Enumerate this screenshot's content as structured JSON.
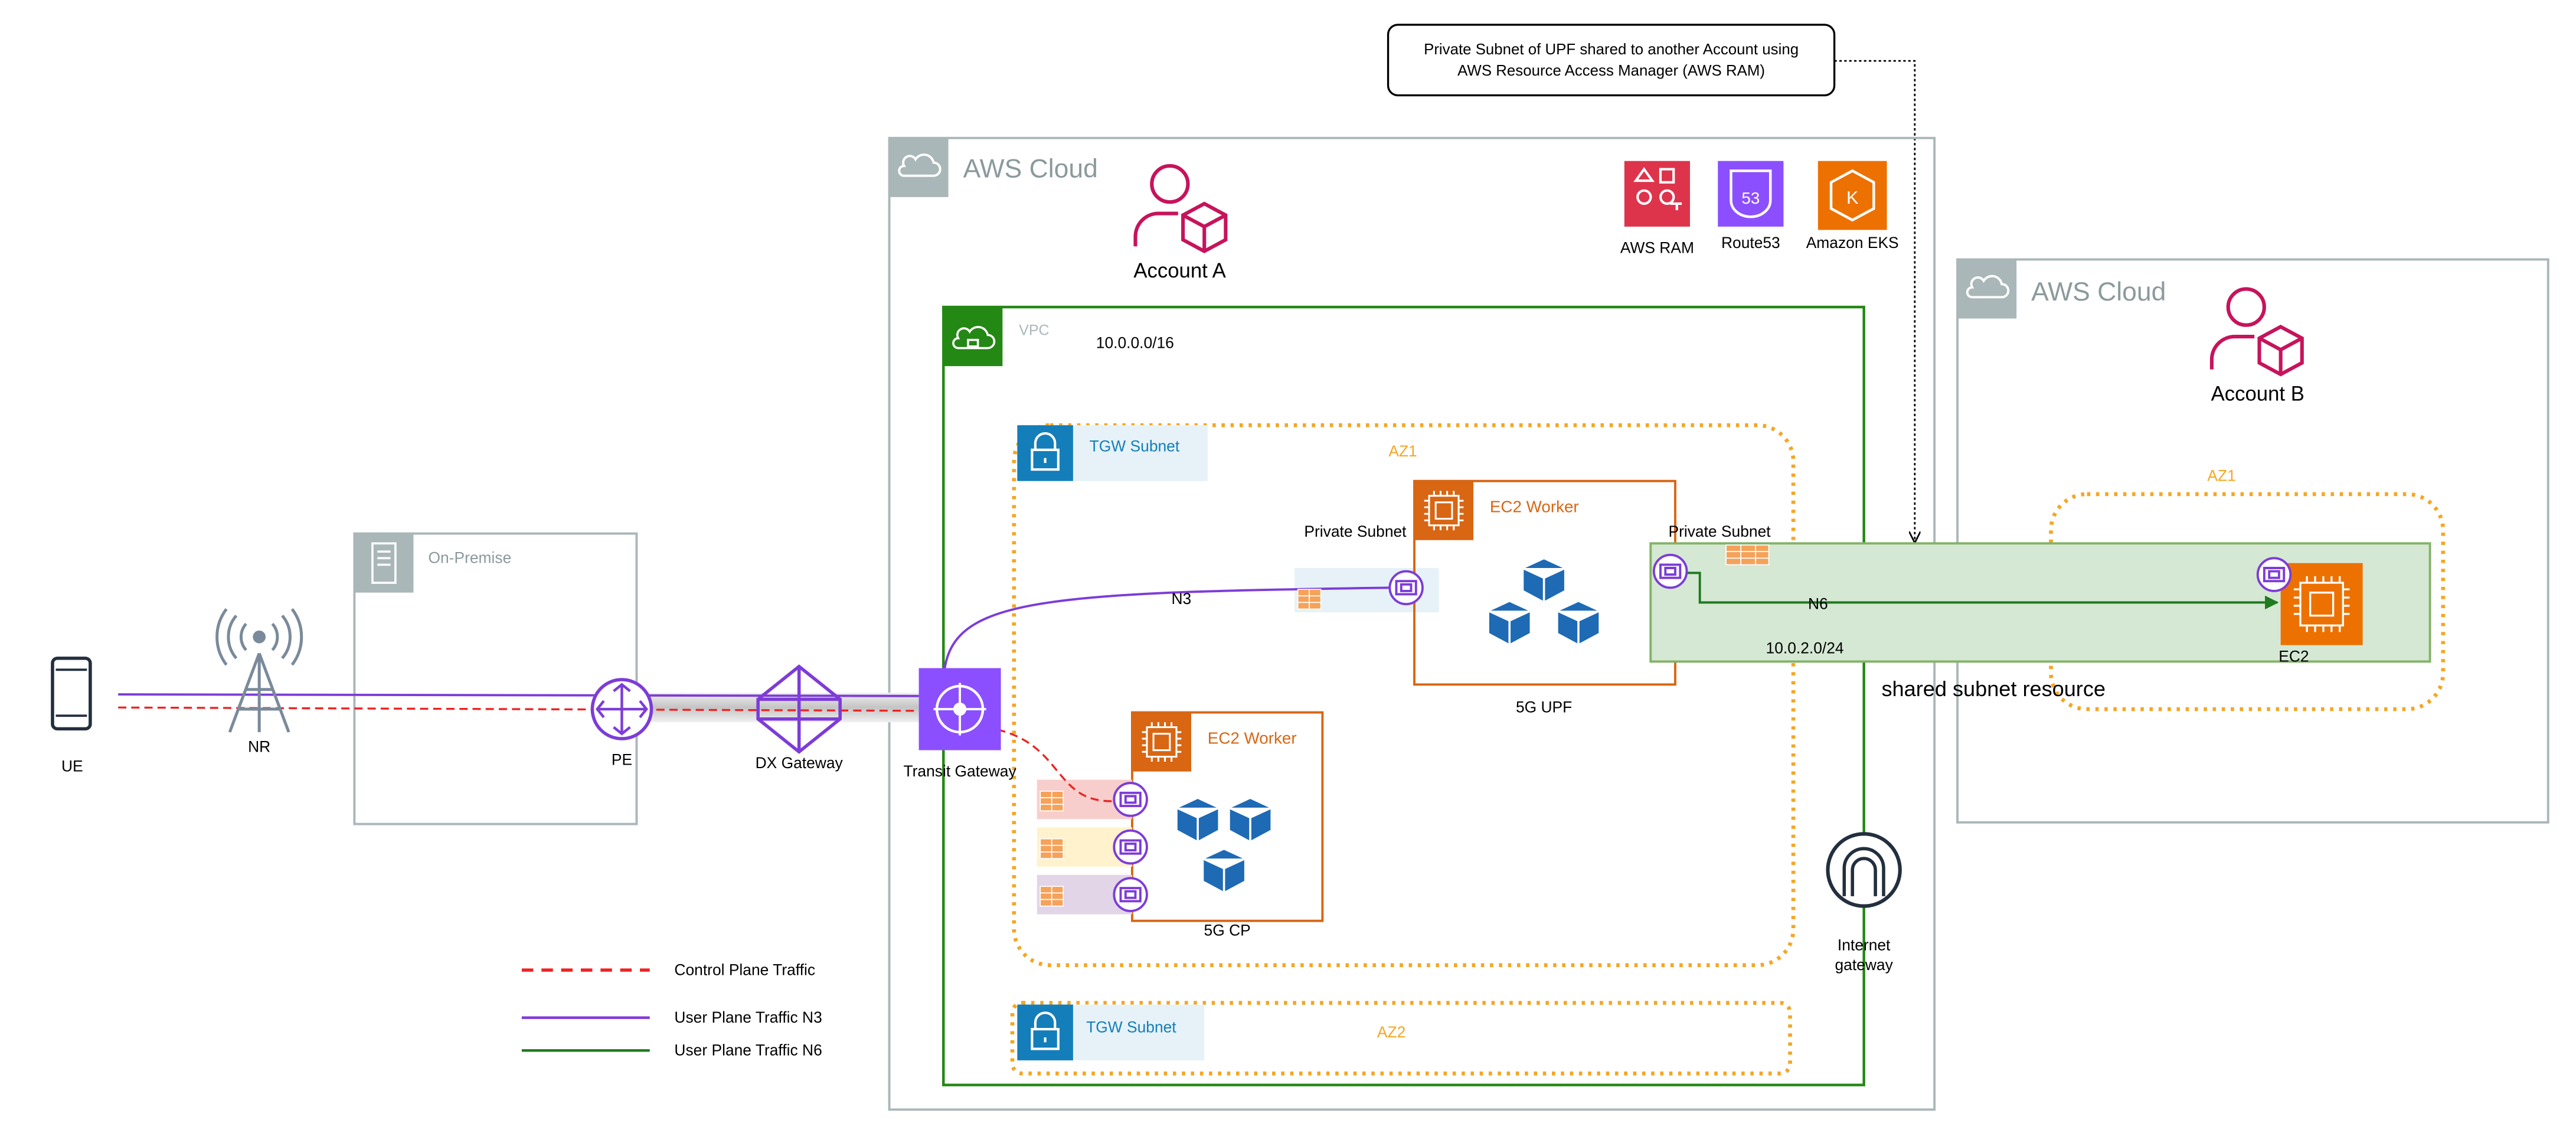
{
  "callout": {
    "line1": "Private Subnet of UPF shared to another Account using",
    "line2": "AWS Resource Access Manager (AWS RAM)"
  },
  "aws_cloud_a": {
    "title": "AWS Cloud",
    "account": "Account A"
  },
  "services": {
    "ram": "AWS RAM",
    "route53": "Route53",
    "route53_badge": "53",
    "eks": "Amazon EKS",
    "eks_badge": "K"
  },
  "vpc": {
    "label": "VPC",
    "cidr": "10.0.0.0/16"
  },
  "az1": {
    "label": "AZ1",
    "tgw_subnet": "TGW Subnet"
  },
  "az2": {
    "label": "AZ2",
    "tgw_subnet": "TGW Subnet"
  },
  "upf": {
    "worker": "EC2 Worker",
    "private_subnet": "Private Subnet",
    "label": "5G UPF"
  },
  "cp": {
    "worker": "EC2 Worker",
    "label": "5G CP"
  },
  "shared": {
    "private_subnet": "Private Subnet",
    "cidr": "10.0.2.0/24",
    "n6": "N6",
    "resource": "shared subnet resource"
  },
  "aws_cloud_b": {
    "title": "AWS Cloud",
    "account": "Account B",
    "az1": "AZ1",
    "ec2": "EC2"
  },
  "on_prem": {
    "label": "On-Premise"
  },
  "nodes": {
    "ue": "UE",
    "nr": "NR",
    "pe": "PE",
    "dx": "DX Gateway",
    "tgw": "Transit Gateway",
    "igw_line1": "Internet",
    "igw_line2": "gateway"
  },
  "links": {
    "n3": "N3"
  },
  "legend": {
    "control": "Control Plane Traffic",
    "n3": "User Plane Traffic N3",
    "n6": "User Plane Traffic N6"
  },
  "colors": {
    "aws_gray": "#aab7b8",
    "vpc_green": "#248814",
    "az_orange": "#f5a623",
    "ec2_orange": "#d86613",
    "purple": "#7d3cd8",
    "account_pink": "#c7135b",
    "ram_red": "#dd344c",
    "route53_purple": "#8c4fff",
    "eks_orange": "#ed7100",
    "control_red": "#ee2222",
    "n6_green": "#1e7b1e",
    "shared_fill": "#d5e8d4",
    "shared_stroke": "#82b366",
    "tgw_subnet_fill": "#e6f2f8",
    "tgw_subnet_text": "#147eba"
  }
}
